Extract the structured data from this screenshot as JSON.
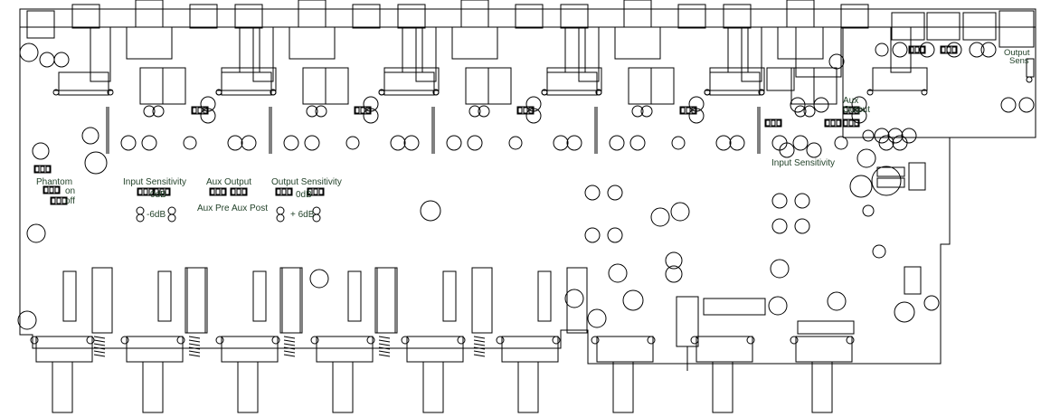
{
  "colors": {
    "ink": "#000000",
    "label": "#1f3f26",
    "paper": "#ffffff"
  },
  "labels": {
    "phantom": "Phantom",
    "on": "on",
    "off": "off",
    "input_sensitivity_title": "Input Sensitivity",
    "input_0db": "0dB",
    "input_minus6db": "-6dB",
    "aux_output_title": "Aux Output",
    "aux_pre": "Aux Pre",
    "aux_post": "Aux Post",
    "output_sensitivity_title": "Output Sensitivity",
    "output_0db": "0dB",
    "output_plus6db": "+ 6dB",
    "aux": "Aux",
    "output": "Output",
    "input_sensitivity_bottom": "Input Sensitivity",
    "output_sens_1": "Output",
    "output_sens_2": "Sens"
  }
}
